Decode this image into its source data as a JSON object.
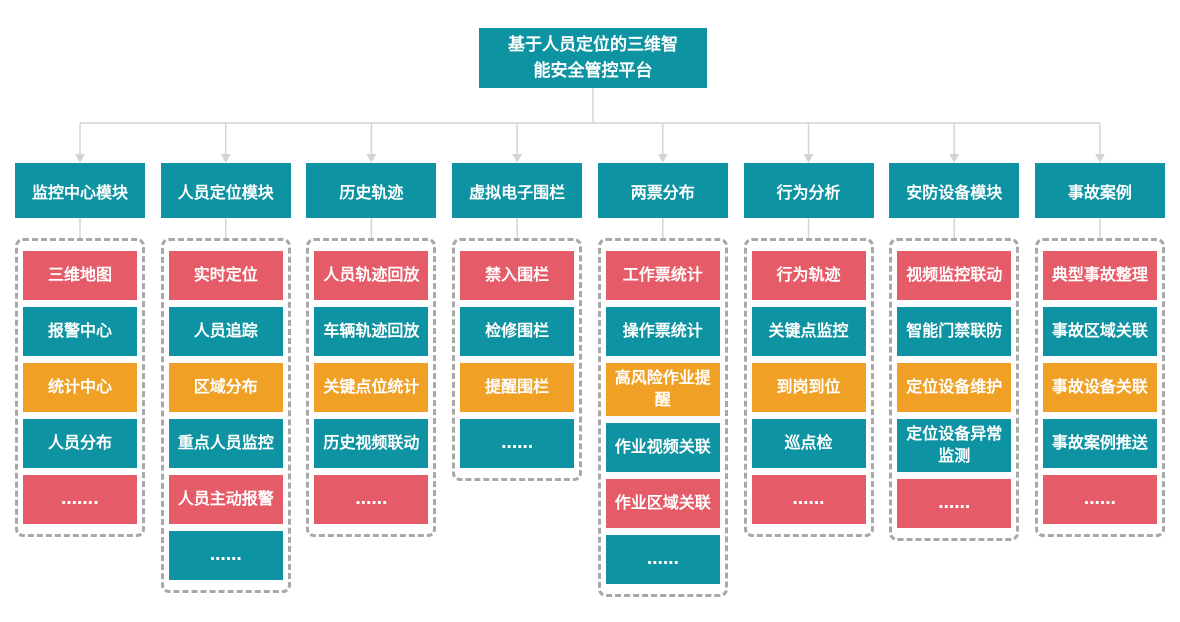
{
  "root": {
    "title": "基于人员定位的三维智能安全管控平台"
  },
  "palette": {
    "teal": "#0D93A1",
    "red": "#E55C68",
    "orange": "#F0A125",
    "connector": "#D4D4D4",
    "dash_border": "#A8A8A8",
    "text": "#FFFFFF",
    "background": "#FFFFFF"
  },
  "columns": [
    {
      "header": "监控中心模块",
      "items": [
        {
          "label": "三维地图",
          "color": "red"
        },
        {
          "label": "报警中心",
          "color": "teal"
        },
        {
          "label": "统计中心",
          "color": "orange"
        },
        {
          "label": "人员分布",
          "color": "teal"
        },
        {
          "label": "…….",
          "color": "red"
        }
      ]
    },
    {
      "header": "人员定位模块",
      "items": [
        {
          "label": "实时定位",
          "color": "red"
        },
        {
          "label": "人员追踪",
          "color": "teal"
        },
        {
          "label": "区域分布",
          "color": "orange"
        },
        {
          "label": "重点人员监控",
          "color": "teal"
        },
        {
          "label": "人员主动报警",
          "color": "red"
        },
        {
          "label": "……",
          "color": "teal"
        }
      ]
    },
    {
      "header": "历史轨迹",
      "items": [
        {
          "label": "人员轨迹回放",
          "color": "red"
        },
        {
          "label": "车辆轨迹回放",
          "color": "teal"
        },
        {
          "label": "关键点位统计",
          "color": "orange"
        },
        {
          "label": "历史视频联动",
          "color": "teal"
        },
        {
          "label": "……",
          "color": "red"
        }
      ]
    },
    {
      "header": "虚拟电子围栏",
      "items": [
        {
          "label": "禁入围栏",
          "color": "red"
        },
        {
          "label": "检修围栏",
          "color": "teal"
        },
        {
          "label": "提醒围栏",
          "color": "orange"
        },
        {
          "label": "……",
          "color": "teal"
        }
      ]
    },
    {
      "header": "两票分布",
      "items": [
        {
          "label": "工作票统计",
          "color": "red"
        },
        {
          "label": "操作票统计",
          "color": "teal"
        },
        {
          "label": "高风险作业提醒",
          "color": "orange"
        },
        {
          "label": "作业视频关联",
          "color": "teal"
        },
        {
          "label": "作业区域关联",
          "color": "red"
        },
        {
          "label": "……",
          "color": "teal"
        }
      ]
    },
    {
      "header": "行为分析",
      "items": [
        {
          "label": "行为轨迹",
          "color": "red"
        },
        {
          "label": "关键点监控",
          "color": "teal"
        },
        {
          "label": "到岗到位",
          "color": "orange"
        },
        {
          "label": "巡点检",
          "color": "teal"
        },
        {
          "label": "……",
          "color": "red"
        }
      ]
    },
    {
      "header": "安防设备模块",
      "items": [
        {
          "label": "视频监控联动",
          "color": "red"
        },
        {
          "label": "智能门禁联防",
          "color": "teal"
        },
        {
          "label": "定位设备维护",
          "color": "orange"
        },
        {
          "label": "定位设备异常监测",
          "color": "teal"
        },
        {
          "label": "……",
          "color": "red"
        }
      ]
    },
    {
      "header": "事故案例",
      "items": [
        {
          "label": "典型事故整理",
          "color": "red"
        },
        {
          "label": "事故区域关联",
          "color": "teal"
        },
        {
          "label": "事故设备关联",
          "color": "orange"
        },
        {
          "label": "事故案例推送",
          "color": "teal"
        },
        {
          "label": "……",
          "color": "red"
        }
      ]
    }
  ]
}
